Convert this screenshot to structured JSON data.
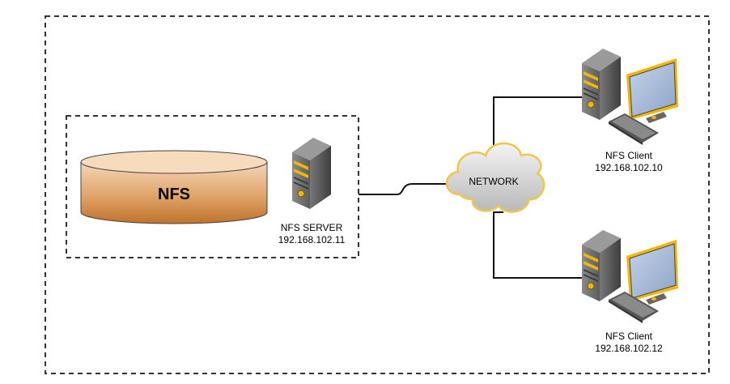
{
  "storage": {
    "label": "NFS",
    "fill_top": "#f3d3b3",
    "fill_bottom": "#c97a2e"
  },
  "server": {
    "name": "NFS SERVER",
    "ip": "192.168.102.11"
  },
  "network": {
    "label": "NETWORK",
    "fill": "#e8e8e8",
    "stroke": "#f0c64a"
  },
  "clients": [
    {
      "name": "NFS Client",
      "ip": "192.168.102.10"
    },
    {
      "name": "NFS Client",
      "ip": "192.168.102.12"
    }
  ],
  "colors": {
    "accent": "#f2b705",
    "tower": "#5a5a5a",
    "line": "#111111"
  }
}
